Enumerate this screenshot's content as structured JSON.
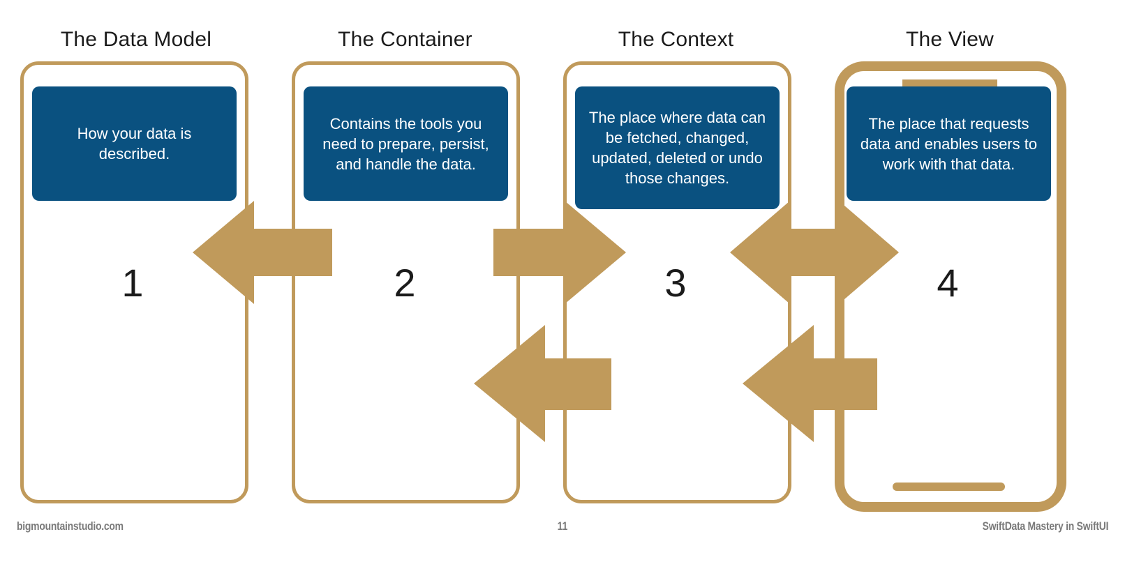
{
  "slide": {
    "background_color": "#ffffff",
    "accent_color": "#c09a5b",
    "card_color": "#0a5180",
    "text_color": "#1b1b1b"
  },
  "columns": [
    {
      "title": "The Data Model",
      "number": "1",
      "card_text": "How your data is described.",
      "shape": "rounded-rect"
    },
    {
      "title": "The Container",
      "number": "2",
      "card_text": "Contains the tools you need to prepare, persist, and handle the data.",
      "shape": "rounded-rect"
    },
    {
      "title": "The Context",
      "number": "3",
      "card_text": "The place where data can be fetched, changed, updated, deleted or undo those changes.",
      "shape": "rounded-rect"
    },
    {
      "title": "The View",
      "number": "4",
      "card_text": "The place that requests data and enables users to work with that data.",
      "shape": "phone"
    }
  ],
  "arrows": [
    {
      "name": "arrow-container-to-data-model",
      "direction": "left",
      "row": "top"
    },
    {
      "name": "arrow-container-to-context",
      "direction": "right",
      "row": "top"
    },
    {
      "name": "arrow-context-to-view",
      "direction": "both",
      "row": "top"
    },
    {
      "name": "arrow-context-to-container",
      "direction": "left",
      "row": "bottom"
    },
    {
      "name": "arrow-view-to-context",
      "direction": "left",
      "row": "bottom"
    }
  ],
  "footer": {
    "left": "bigmountainstudio.com",
    "page": "11",
    "right": "SwiftData Mastery in SwiftUI"
  }
}
